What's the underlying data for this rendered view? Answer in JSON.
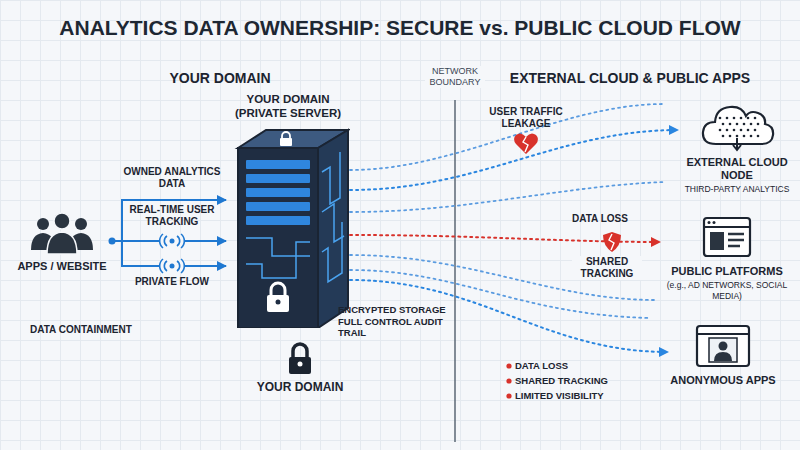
{
  "diagram": {
    "title": "ANALYTICS DATA OWNERSHIP: SECURE vs. PUBLIC CLOUD FLOW",
    "nodes": [
      {
        "text": [
          "APPS / WEBSITE"
        ]
      },
      {
        "text": [
          "YOUR DOMAIN (PRIVATE SERVER)",
          "ENCRYPTED STORAGE FULL CONTROL AUDIT TRAIL"
        ]
      },
      {
        "text": [
          "EXTERNAL CLOUD NODE",
          "THIRD-PARTY ANALYTICS"
        ]
      },
      {
        "text": [
          "PUBLIC PLATFORMS",
          "(e.g., AD NETWORKS, SOCIAL MEDIA)"
        ]
      },
      {
        "text": [
          "ANONYMOUS APPS"
        ]
      }
    ],
    "edges": [
      {
        "from": 0,
        "to": 1,
        "label": "OWNED ANALYTICS DATA",
        "arrow": "to"
      },
      {
        "from": 0,
        "to": 1,
        "label": "REAL-TIME USER TRACKING",
        "arrow": "to"
      },
      {
        "from": 0,
        "to": 1,
        "label": "PRIVATE FLOW",
        "arrow": "to"
      },
      {
        "from": 1,
        "to": 2,
        "label": "USER TRAFFIC LEAKAGE",
        "arrow": "to"
      },
      {
        "from": 1,
        "to": 3,
        "label": "DATA LOSS",
        "arrow": "to"
      },
      {
        "from": 1,
        "to": 4,
        "arrow": "to"
      }
    ],
    "labels": [
      "YOUR DOMAIN",
      "EXTERNAL CLOUD & PUBLIC APPS",
      "NETWORK BOUNDARY",
      "DATA CONTAINMENT",
      "SHARED TRACKING",
      "YOUR DOMAIN",
      "DATA LOSS",
      "SHARED TRACKING",
      "LIMITED VISIBILITY"
    ]
  }
}
